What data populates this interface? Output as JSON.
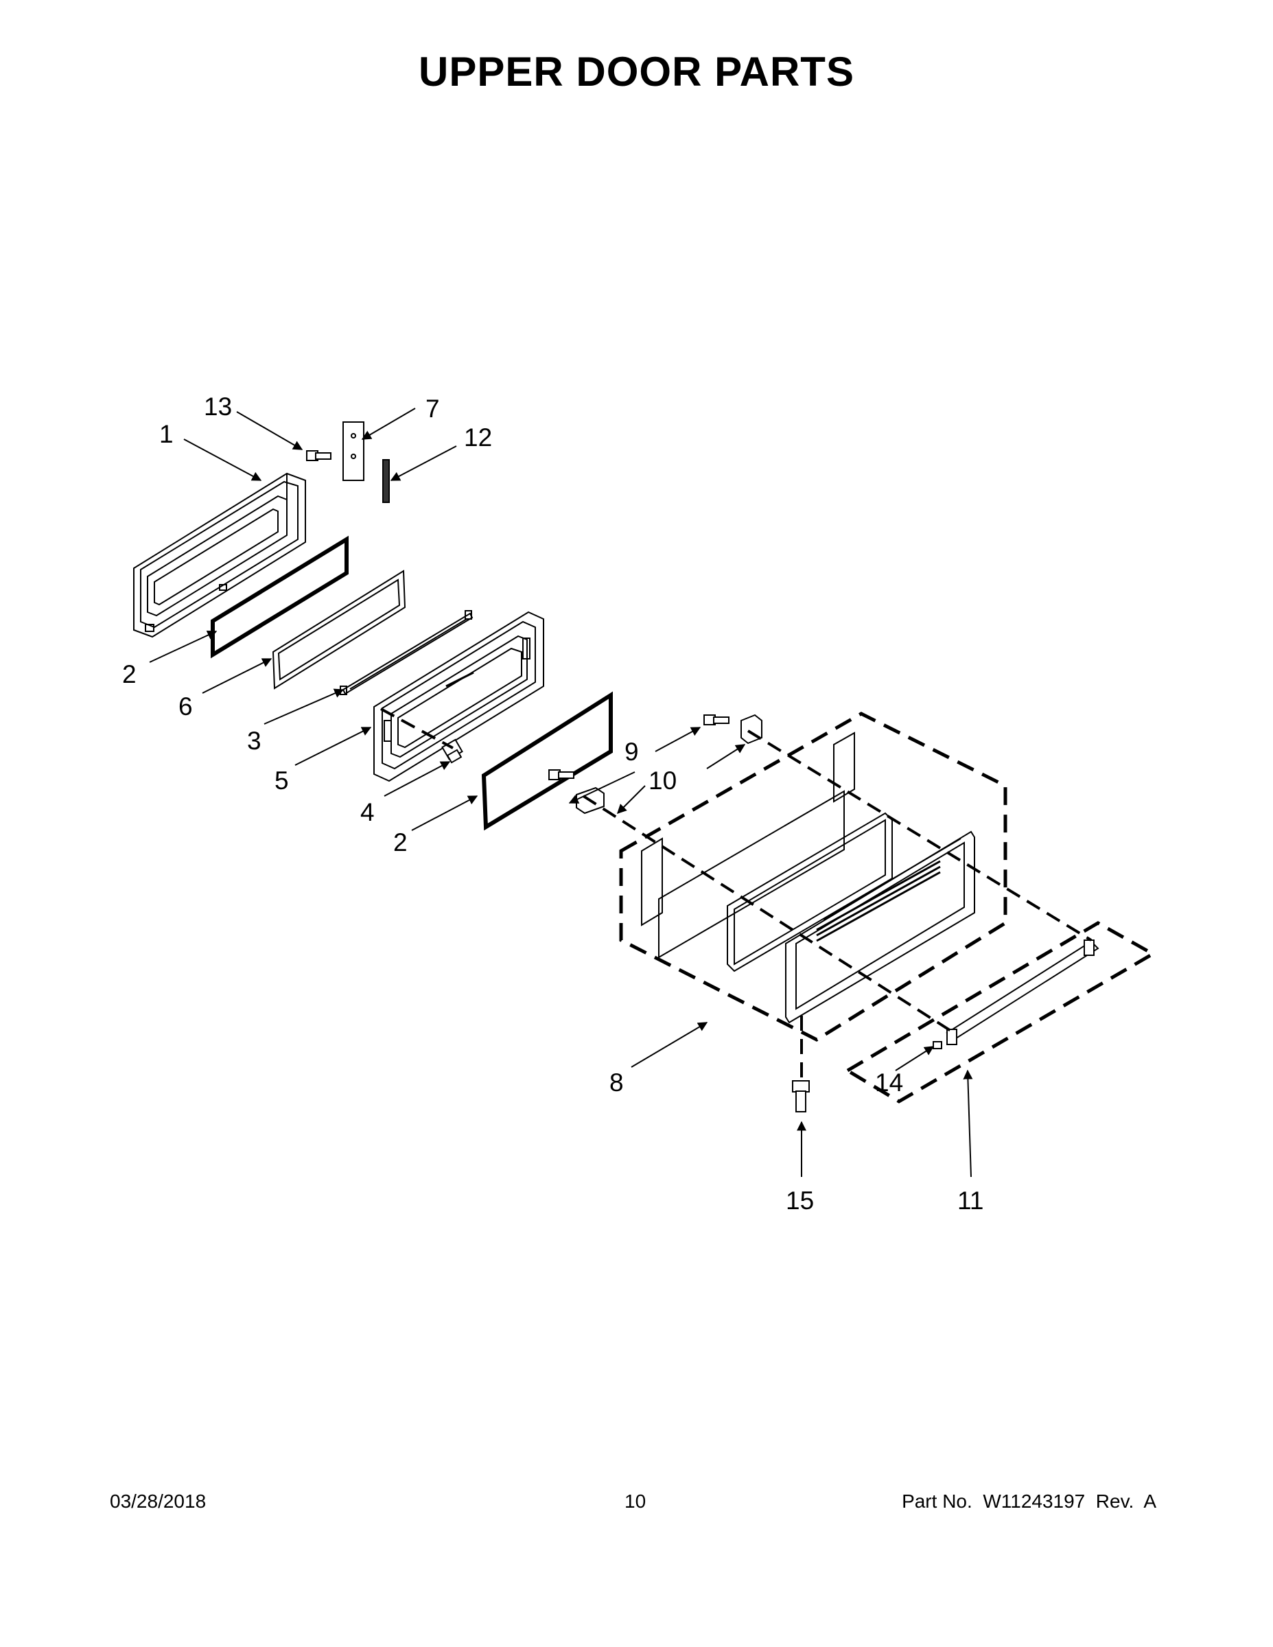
{
  "title": "UPPER DOOR PARTS",
  "callouts": {
    "c1": "1",
    "c2a": "2",
    "c2b": "2",
    "c3": "3",
    "c4": "4",
    "c5": "5",
    "c6": "6",
    "c7": "7",
    "c8": "8",
    "c9": "9",
    "c10": "10",
    "c11": "11",
    "c12": "12",
    "c13": "13",
    "c14": "14",
    "c15": "15"
  },
  "footer": {
    "date": "03/28/2018",
    "page": "10",
    "part": "Part No.  W11243197  Rev.  A"
  }
}
